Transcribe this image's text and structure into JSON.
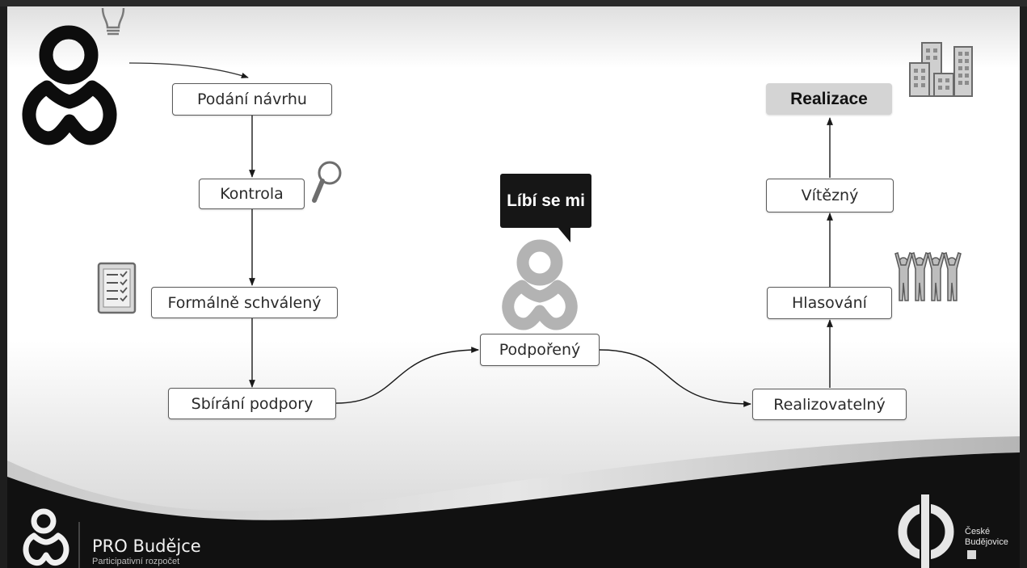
{
  "diagram": {
    "nodes": {
      "podani": "Podání návrhu",
      "kontrola": "Kontrola",
      "schvaleny": "Formálně schválený",
      "sbirani": "Sbírání podpory",
      "podporeny": "Podpořený",
      "realizovatelny": "Realizovatelný",
      "hlasovani": "Hlasování",
      "vitezny": "Vítězný",
      "realizace": "Realizace"
    },
    "speech_bubble": "Líbí se mi"
  },
  "footer": {
    "brand_title": "PRO Budějce",
    "brand_subtitle": "Participativní rozpočet",
    "city_line1": "České",
    "city_line2": "Budějovice"
  },
  "colors": {
    "footer_bg": "#111111",
    "node_border": "#5a5a5a",
    "final_node_bg": "#d4d4d4",
    "speech_bg": "#161616",
    "icon_gray": "#8a8a8a"
  },
  "icons": [
    "lightbulb-icon",
    "magnifier-icon",
    "checklist-icon",
    "buildings-icon",
    "people-cheering-icon",
    "pro-budejce-logo",
    "ceske-budejovice-logo"
  ]
}
